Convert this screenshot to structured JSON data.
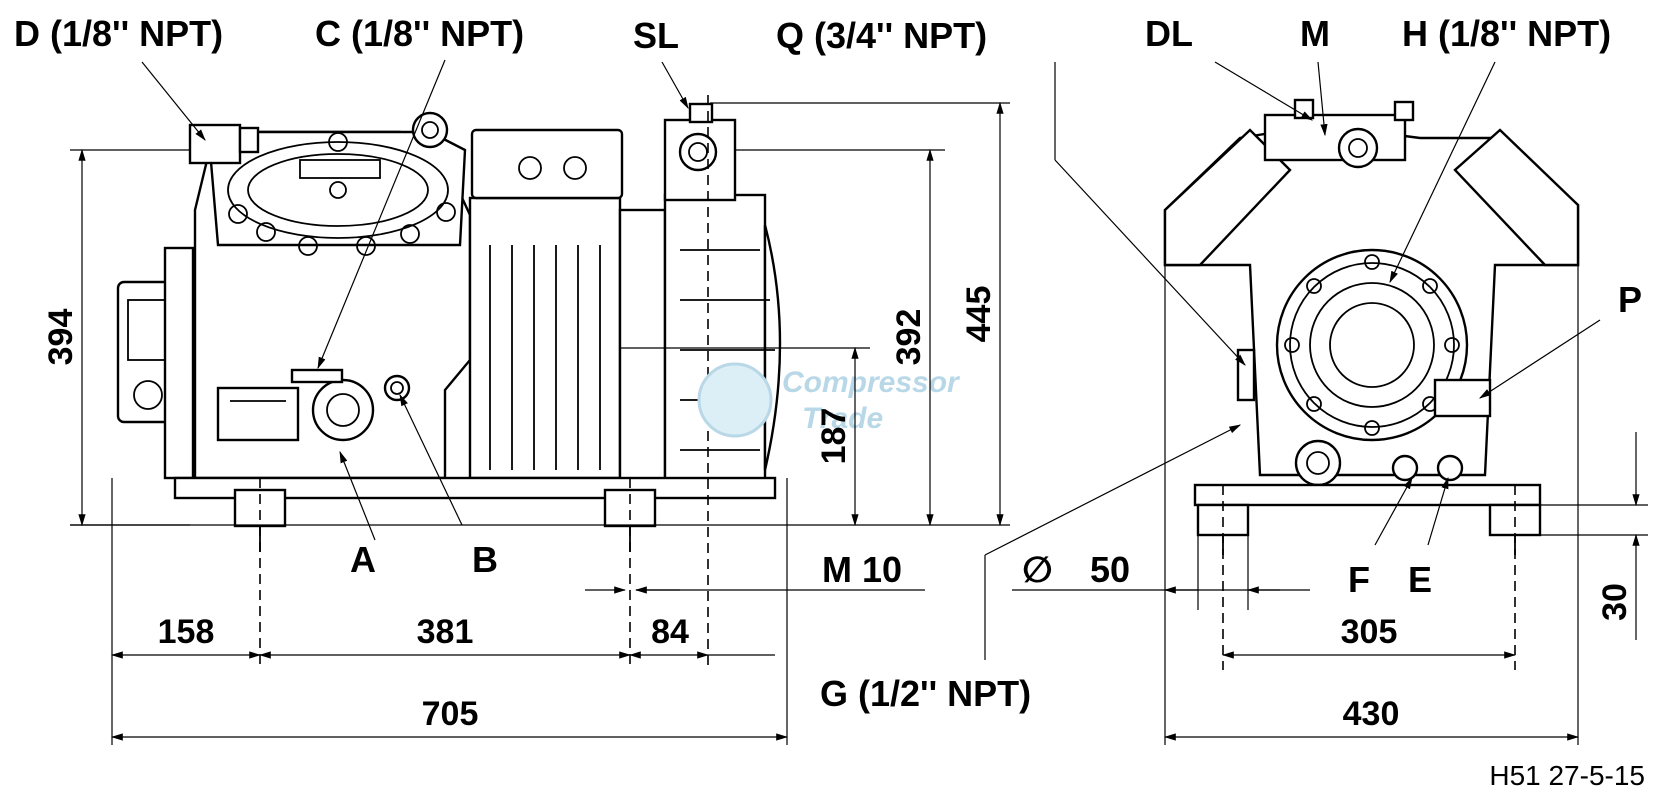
{
  "labels": {
    "D": "D (1/8'' NPT)",
    "C": "C (1/8'' NPT)",
    "SL": "SL",
    "Q": "Q (3/4'' NPT)",
    "DL": "DL",
    "M": "M",
    "H": "H (1/8'' NPT)",
    "P": "P",
    "A": "A",
    "B": "B",
    "F": "F",
    "E": "E",
    "G": "G (1/2'' NPT)",
    "M10": "M 10",
    "dia_symbol": "∅",
    "dia_value": "50"
  },
  "dimensions": {
    "d394": "394",
    "d392": "392",
    "d445": "445",
    "d187": "187",
    "d158": "158",
    "d381": "381",
    "d84": "84",
    "d705": "705",
    "d305": "305",
    "d430": "430",
    "d30": "30"
  },
  "watermark": {
    "line1": "Compressor",
    "line2": "Trade"
  },
  "reference": "H51 27-5-15"
}
